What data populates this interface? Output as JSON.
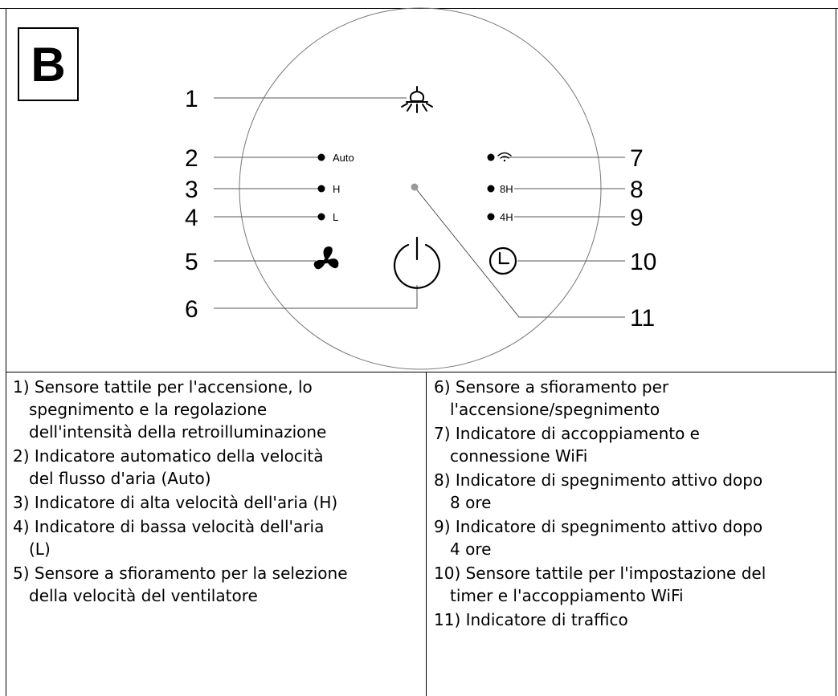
{
  "panel": {
    "letter": "B"
  },
  "callouts": {
    "n1": "1",
    "n2": "2",
    "n3": "3",
    "n4": "4",
    "n5": "5",
    "n6": "6",
    "n7": "7",
    "n8": "8",
    "n9": "9",
    "n10": "10",
    "n11": "11"
  },
  "indicators": {
    "auto": "Auto",
    "high": "H",
    "low": "L",
    "h8": "8H",
    "h4": "4H"
  },
  "icons": {
    "lamp": "lightbulb-icon",
    "wifi": "wifi-icon",
    "fan": "fan-icon",
    "power": "power-icon",
    "timer": "clock-icon",
    "traffic": "traffic-dot-icon"
  },
  "descriptions": {
    "left": [
      {
        "lines": [
          "1) Sensore tattile per l'accensione, lo",
          "spegnimento e la regolazione",
          "dell'intensità della retroilluminazione"
        ]
      },
      {
        "lines": [
          "2) Indicatore automatico della velocità",
          "del flusso d'aria (Auto)"
        ]
      },
      {
        "lines": [
          "3) Indicatore di alta velocità dell'aria (H)"
        ]
      },
      {
        "lines": [
          "4) Indicatore di bassa velocità dell'aria",
          "(L)"
        ]
      },
      {
        "lines": [
          "5) Sensore a sfioramento per la selezione",
          "della velocità del ventilatore"
        ]
      }
    ],
    "right": [
      {
        "lines": [
          "6) Sensore a sfioramento per",
          "l'accensione/spegnimento"
        ]
      },
      {
        "lines": [
          "7) Indicatore di accoppiamento e",
          "connessione WiFi"
        ]
      },
      {
        "lines": [
          "8) Indicatore di spegnimento attivo dopo",
          "8 ore"
        ]
      },
      {
        "lines": [
          "9) Indicatore di spegnimento attivo dopo",
          "4 ore"
        ]
      },
      {
        "lines": [
          "10) Sensore tattile per l'impostazione del",
          "timer e l'accoppiamento WiFi"
        ]
      },
      {
        "lines": [
          "11) Indicatore di traffico"
        ]
      }
    ]
  }
}
